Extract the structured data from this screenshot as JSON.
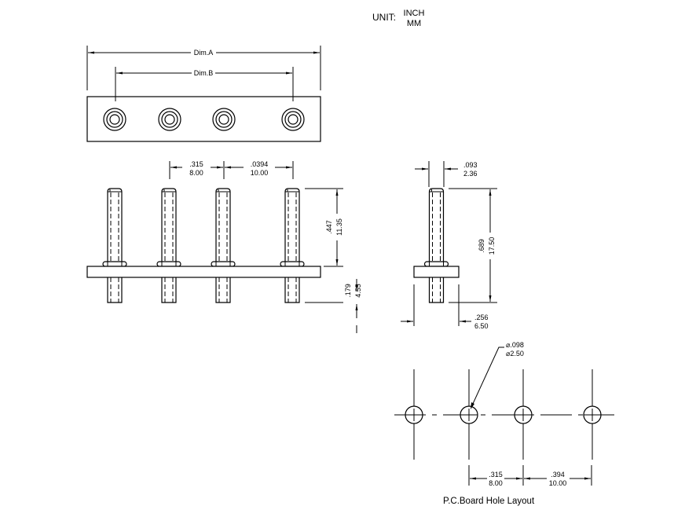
{
  "units": {
    "label": "UNIT:",
    "primary": "INCH",
    "secondary": "MM"
  },
  "top_view": {
    "dim_a_label": "Dim.A",
    "dim_b_label": "Dim.B",
    "pin_count": 4
  },
  "front_view": {
    "pitch_1": {
      "inch": ".315",
      "mm": "8.00"
    },
    "pitch_2": {
      "inch": ".0394",
      "mm": "10.00"
    },
    "pin_above": {
      "inch": ".447",
      "mm": "11.35"
    },
    "pin_below": {
      "inch": ".179",
      "mm": "4.55"
    }
  },
  "side_view": {
    "pin_diameter": {
      "inch": ".093",
      "mm": "2.36"
    },
    "total_length": {
      "inch": ".689",
      "mm": "17.50"
    },
    "plate_width": {
      "inch": ".256",
      "mm": "6.50"
    }
  },
  "hole_layout": {
    "title": "P.C.Board Hole Layout",
    "hole_diameter": {
      "inch": "⌀.098",
      "mm": "⌀2.50"
    },
    "pitch_1": {
      "inch": ".315",
      "mm": "8.00"
    },
    "pitch_2": {
      "inch": ".394",
      "mm": "10.00"
    }
  }
}
